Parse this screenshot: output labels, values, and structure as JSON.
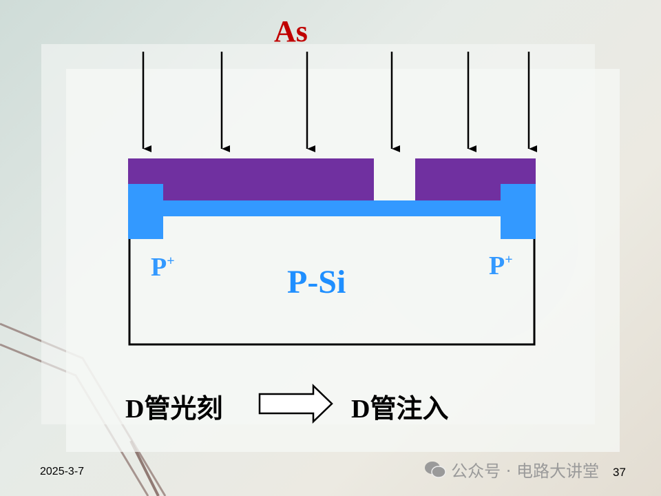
{
  "slide": {
    "ion_label": "As",
    "p_plus_left": "P",
    "p_plus_right": "P",
    "p_plus_sup": "+",
    "substrate_label": "P-Si",
    "step_from": "D管光刻",
    "step_to": "D管注入",
    "date": "2025-3-7",
    "page_number": "37",
    "watermark": "公众号 · 电路大讲堂",
    "colors": {
      "mask": "#7030a0",
      "p_plus": "#3399ff",
      "ion": "#c00000"
    }
  }
}
